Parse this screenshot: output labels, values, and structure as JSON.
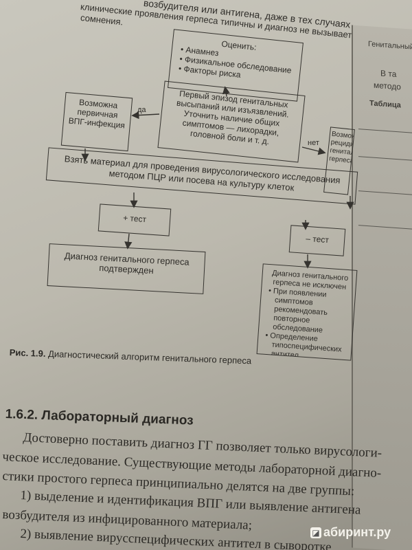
{
  "top_lines": [
    "возбудителя или антигена, даже в тех случаях",
    "клинические проявления герпеса типичны и диагноз не вызывает",
    "сомнения."
  ],
  "flowchart": {
    "assess": {
      "title": "Оценить:",
      "items": [
        "Анамнез",
        "Физикальное обследование",
        "Факторы риска"
      ]
    },
    "first_episode": "Первый эпизод генитальных высыпаний или изъязвлений. Уточнить наличие общих симптомов — лихорадки, головной боли и т. д.",
    "possible_primary": "Возможна первичная ВПГ-инфекция",
    "recurrent": "Возможен рецидив генитального герпеса",
    "yes_label": "да",
    "no_label": "нет",
    "take_material": "Взять материал для проведения вирусологического исследования методом ПЦР или посева на культуру клеток",
    "plus_test": "+ тест",
    "minus_test": "– тест",
    "confirmed": "Диагноз генитального герпеса подтвержден",
    "not_excluded": {
      "title": "Диагноз генитального герпеса не исключен",
      "items": [
        "При появлении симптомов рекомендовать повторное обследование",
        "Определение типоспецифических антител"
      ]
    }
  },
  "caption": {
    "label": "Рис. 1.9.",
    "text": "Диагностический алгоритм генитального герпеса"
  },
  "section": {
    "number": "1.6.2.",
    "title": "Лабораторный диагноз"
  },
  "body_lines": [
    "Достоверно поставить диагноз ГГ позволяет только вирусологи-",
    "ческое исследование. Существующие методы лабораторной диагно-",
    "стики простого герпеса принципиально делятся на две группы:",
    "1) выделение и идентификация ВПГ или выявление антигена",
    "возбудителя из инфицированного материала;",
    "2) выявление вирусспецифических антител в сыворотке"
  ],
  "right_page": {
    "header": "Генитальный",
    "lines": [
      "В та",
      "методо"
    ],
    "table_label": "Таблица"
  },
  "watermark": {
    "text": "абиринт.ру",
    "icon": "labirint-logo-icon"
  }
}
